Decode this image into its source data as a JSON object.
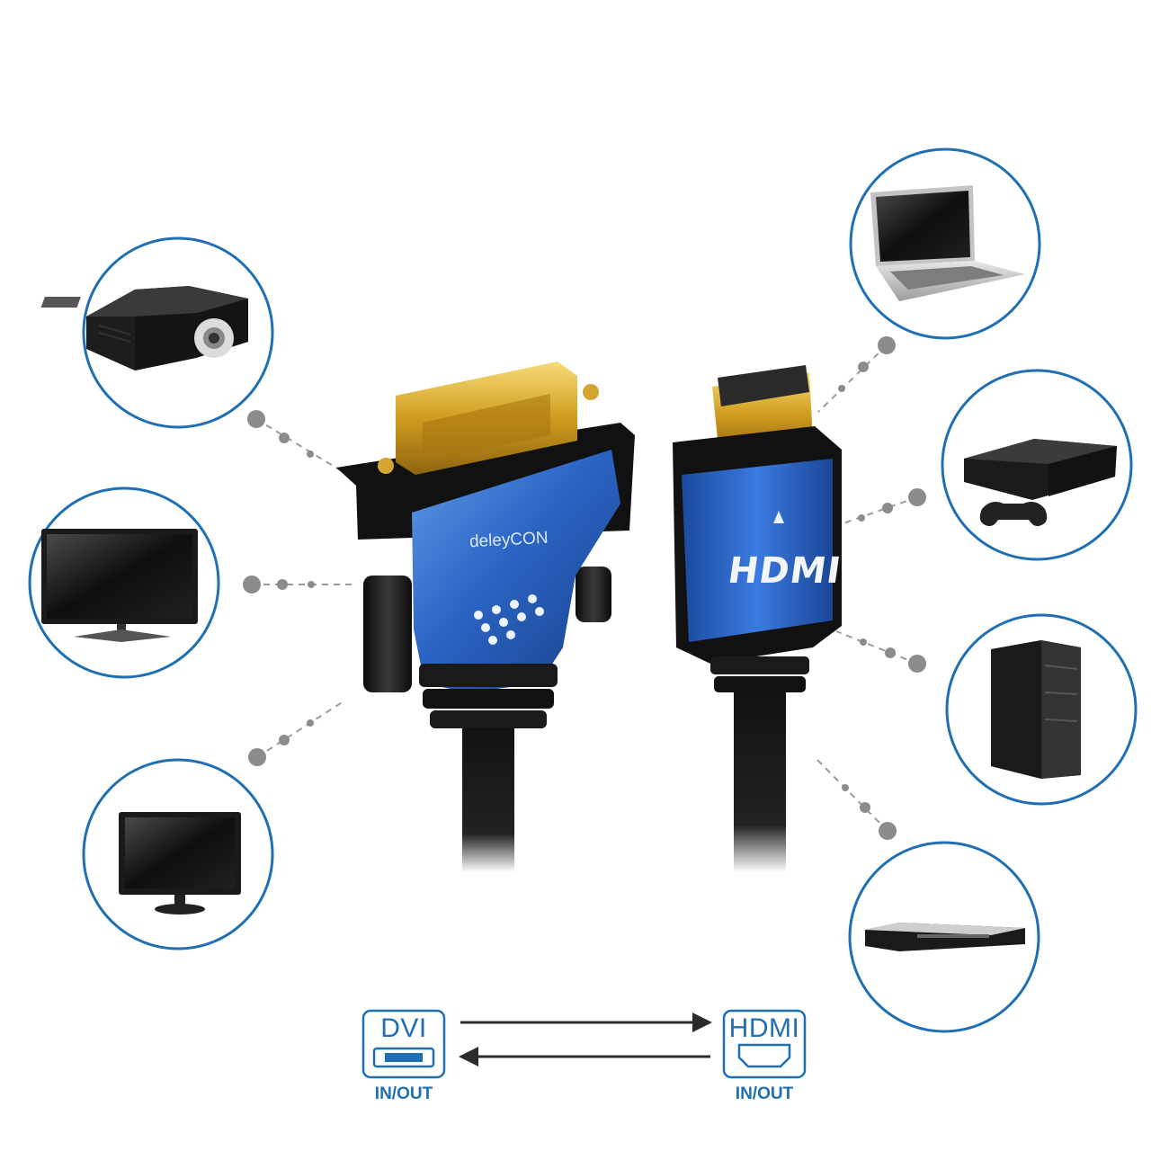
{
  "brand": "deleyCON",
  "hdmi_logo": "HDMI",
  "legend": {
    "left": {
      "title": "DVI",
      "caption": "IN/OUT",
      "icon": "dvi-port-icon"
    },
    "right": {
      "title": "HDMI",
      "caption": "IN/OUT",
      "icon": "hdmi-port-icon"
    }
  },
  "devices": {
    "left": [
      "projector",
      "tv",
      "monitor"
    ],
    "right": [
      "laptop",
      "game-console",
      "pc-tower",
      "blu-ray-player"
    ]
  },
  "colors": {
    "accent": "#1f6fb5",
    "connector_blue": "#2a66c8",
    "gold": "#d6a52a",
    "dots": "#8c8c8c"
  }
}
